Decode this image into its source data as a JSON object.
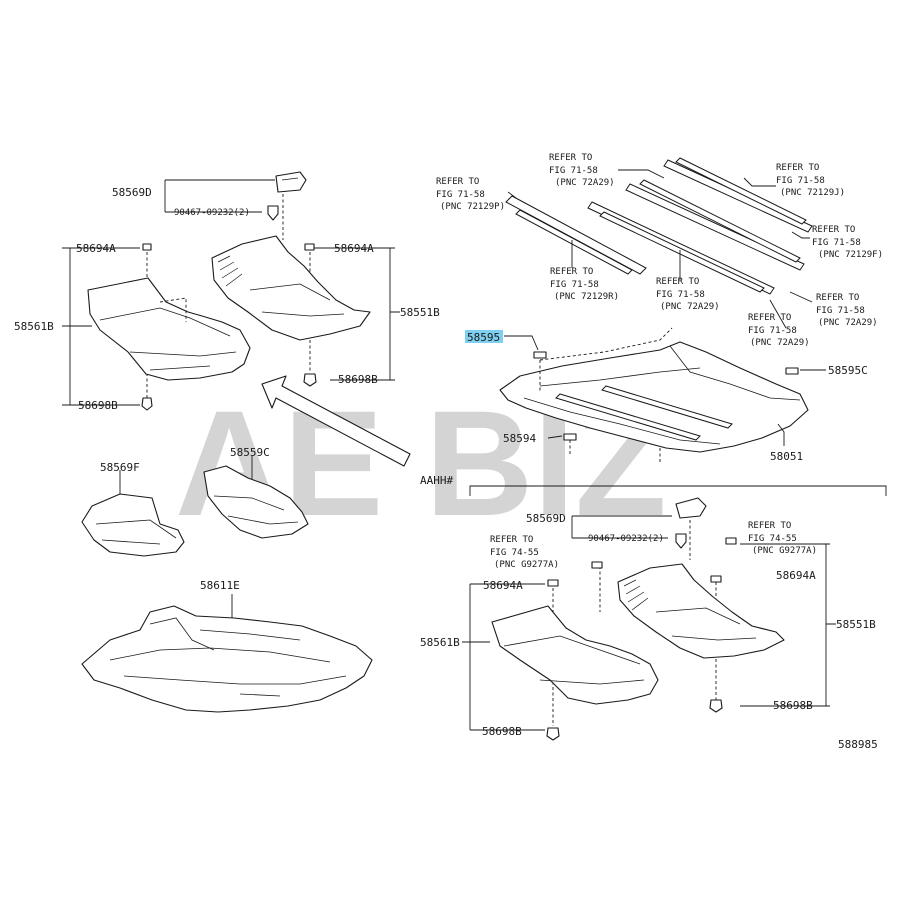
{
  "watermark": "AE BIZ",
  "diagram_id": "588985",
  "group_label": "AAHH#",
  "parts": {
    "p58569D_top": "58569D",
    "p90467_top": "90467-09232(2)",
    "p58694A_tl": "58694A",
    "p58694A_tr": "58694A",
    "p58561B_top": "58561B",
    "p58551B_top": "58551B",
    "p58698B_tl": "58698B",
    "p58698B_tr": "58698B",
    "p58595_hl": "58595",
    "p58595C": "58595C",
    "p58594": "58594",
    "p58051": "58051",
    "p58569F": "58569F",
    "p58559C": "58559C",
    "p58611E": "58611E",
    "p58569D_bot": "58569D",
    "p90467_bot": "90467-09232(2)",
    "p58694A_bl": "58694A",
    "p58694A_br": "58694A",
    "p58561B_bot": "58561B",
    "p58551B_bot": "58551B",
    "p58698B_bl": "58698B",
    "p58698B_br": "58698B"
  },
  "refs": {
    "r1": {
      "l1": "REFER TO",
      "l2": "FIG 71-58",
      "l3": "(PNC 72A29)"
    },
    "r2": {
      "l1": "REFER TO",
      "l2": "FIG 71-58",
      "l3": "(PNC 72129J)"
    },
    "r3": {
      "l1": "REFER TO",
      "l2": "FIG 71-58",
      "l3": "(PNC 72129P)"
    },
    "r4": {
      "l1": "REFER TO",
      "l2": "FIG 71-58",
      "l3": "(PNC 72129F)"
    },
    "r5": {
      "l1": "REFER TO",
      "l2": "FIG 71-58",
      "l3": "(PNC 72129R)"
    },
    "r6": {
      "l1": "REFER TO",
      "l2": "FIG 71-58",
      "l3": "(PNC 72A29)"
    },
    "r7": {
      "l1": "REFER TO",
      "l2": "FIG 71-58",
      "l3": "(PNC 72A29)"
    },
    "r8": {
      "l1": "REFER TO",
      "l2": "FIG 71-58",
      "l3": "(PNC 72A29)"
    },
    "r9": {
      "l1": "REFER TO",
      "l2": "FIG 74-55",
      "l3": "(PNC G9277A)"
    },
    "r10": {
      "l1": "REFER TO",
      "l2": "FIG 74-55",
      "l3": "(PNC G9277A)"
    }
  },
  "colors": {
    "highlight": "#7fd0f0",
    "ink": "#1a1a1a",
    "watermark": "#d4d4d4"
  }
}
